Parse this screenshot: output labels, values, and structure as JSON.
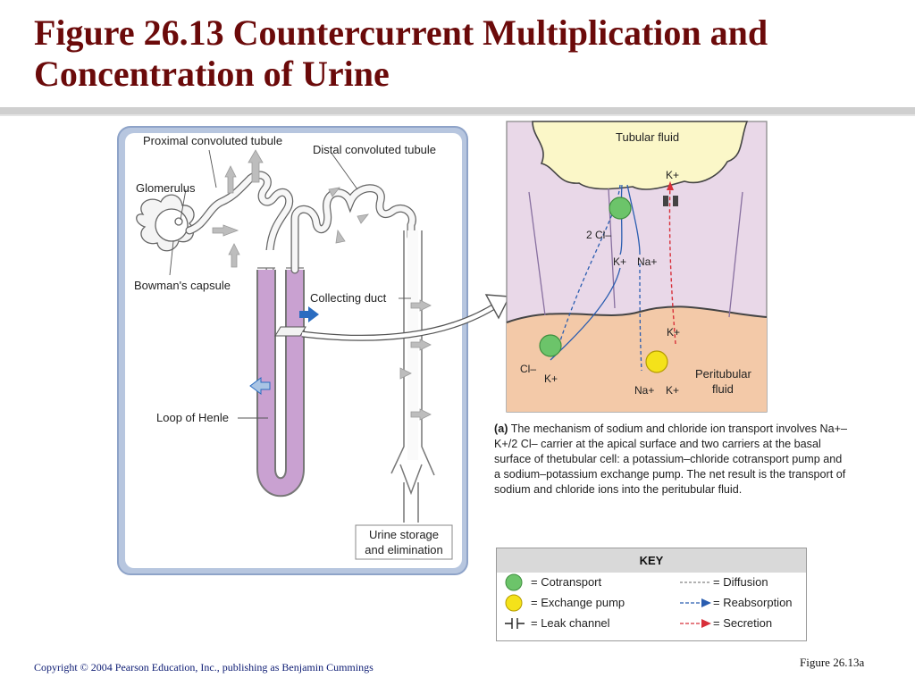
{
  "title": "Figure 26.13  Countercurrent Multiplication and Concentration of Urine",
  "nephron": {
    "proximal_label": "Proximal convoluted tubule",
    "distal_label": "Distal convoluted tubule",
    "glomerulus_label": "Glomerulus",
    "bowman_label": "Bowman's capsule",
    "collecting_label": "Collecting duct",
    "henle_label": "Loop of Henle",
    "urine_label_line1": "Urine storage",
    "urine_label_line2": "and elimination"
  },
  "cell": {
    "tubular_fluid": "Tubular fluid",
    "peritubular_line1": "Peritubular",
    "peritubular_line2": "fluid",
    "k_plus": "K+",
    "na_plus": "Na+",
    "two_cl": "2 Cl–",
    "cl_minus": "Cl–"
  },
  "caption": {
    "tag": "(a)",
    "text": "The mechanism of sodium and chloride ion transport involves Na+–K+/2 Cl– carrier at the apical surface and two carriers at the basal surface of thetubular cell: a potassium–chloride cotransport pump and a sodium–potassium exchange pump. The net result is the transport of sodium and chloride ions into the peritubular fluid."
  },
  "key": {
    "title": "KEY",
    "cotransport": "= Cotransport",
    "exchange_pump": "= Exchange pump",
    "leak_channel": "= Leak channel",
    "diffusion": "= Diffusion",
    "reabsorption": "= Reabsorption",
    "secretion": "= Secretion"
  },
  "footer": {
    "copyright": "Copyright © 2004 Pearson Education, Inc., publishing as Benjamin Cummings",
    "figure_ref": "Figure 26.13a"
  },
  "colors": {
    "title": "#6b0a0a",
    "cotransport": "#6cc46a",
    "exchange_pump": "#f4e21a",
    "reabsorption": "#2a5db0",
    "secretion": "#d8303a",
    "loop_fill": "#c9a1d1",
    "cell_fill": "#e9d8e8",
    "peritubular_fill": "#f3c9a8",
    "tubular_fill": "#fbf7c8"
  }
}
